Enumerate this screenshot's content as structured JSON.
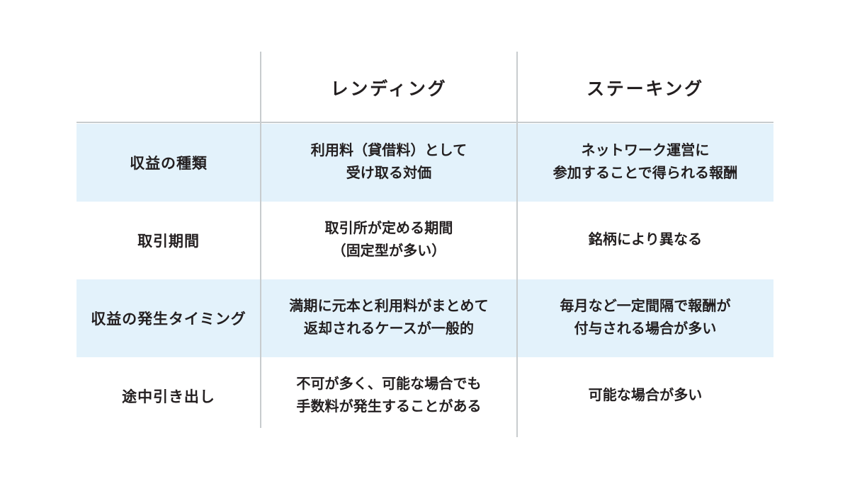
{
  "table": {
    "corner_label": "",
    "columns": [
      {
        "key": "lending",
        "label": "レンディング"
      },
      {
        "key": "staking",
        "label": "ステーキング"
      }
    ],
    "rows": [
      {
        "label": "収益の種類",
        "shaded": true,
        "cells": [
          "利用料（貸借料）として\n受け取る対価",
          "ネットワーク運営に\n参加することで得られる報酬"
        ]
      },
      {
        "label": "取引期間",
        "shaded": false,
        "cells": [
          "取引所が定める期間\n（固定型が多い）",
          "銘柄により異なる"
        ]
      },
      {
        "label": "収益の発生タイミング",
        "shaded": true,
        "cells": [
          "満期に元本と利用料がまとめて\n返却されるケースが一般的",
          "毎月など一定間隔で報酬が\n付与される場合が多い"
        ]
      },
      {
        "label": "途中引き出し",
        "shaded": false,
        "cells": [
          "不可が多く、可能な場合でも\n手数料が発生することがある",
          "可能な場合が多い"
        ]
      }
    ]
  },
  "colors": {
    "background": "#ffffff",
    "row_shade": "#e3f2fb",
    "rule": "#c8ccce",
    "text": "#231f20"
  }
}
